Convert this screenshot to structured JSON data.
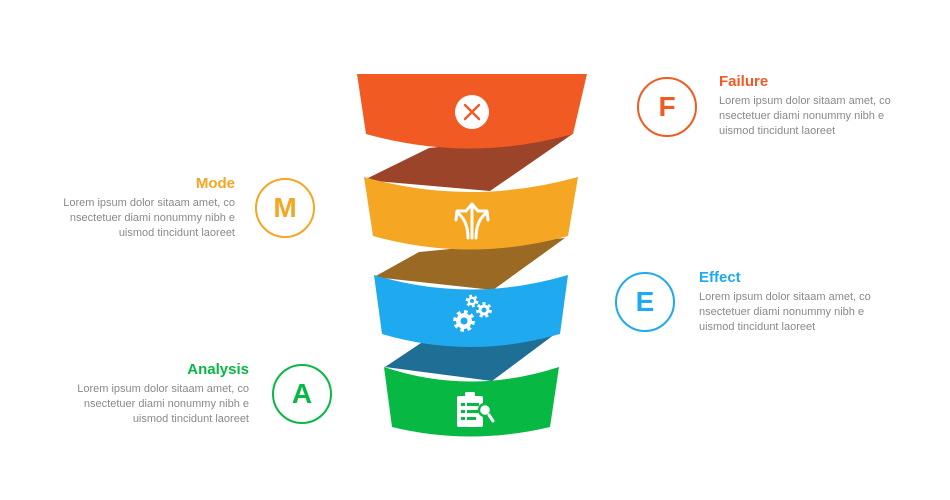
{
  "colors": {
    "failure": "#f15a22",
    "mode": "#f5a623",
    "effect": "#1fa9ef",
    "analysis": "#07b843",
    "connector_orange": "#9b4429",
    "connector_gold": "#9a6a25",
    "connector_blue": "#1e6e96",
    "muted_text": "#8a8a8a"
  },
  "items": [
    {
      "key": "failure",
      "letter": "F",
      "title": "Failure",
      "description": "Lorem ipsum dolor sitaam amet, co nsectetuer diami nonummy  nibh e uismod tincidunt laoreet",
      "icon": "close-circle-icon"
    },
    {
      "key": "mode",
      "letter": "M",
      "title": "Mode",
      "description": "Lorem ipsum dolor sitaam amet, co nsectetuer diami nonummy  nibh e uismod tincidunt laoreet",
      "icon": "split-arrows-icon"
    },
    {
      "key": "effect",
      "letter": "E",
      "title": "Effect",
      "description": "Lorem ipsum dolor sitaam amet, co nsectetuer diami nonummy  nibh e uismod tincidunt laoreet",
      "icon": "gears-icon"
    },
    {
      "key": "analysis",
      "letter": "A",
      "title": "Analysis",
      "description": "Lorem ipsum dolor sitaam amet, co nsectetuer diami nonummy  nibh e uismod tincidunt laoreet",
      "icon": "clipboard-search-icon"
    }
  ]
}
